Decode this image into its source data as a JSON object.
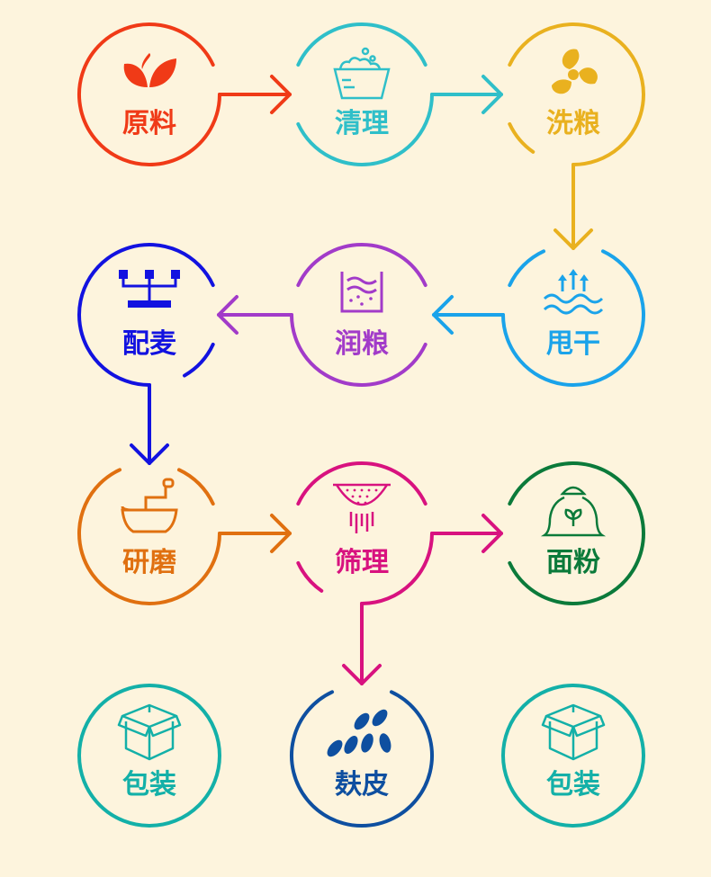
{
  "title": "面粉加工流程",
  "nodes": [
    {
      "id": "raw",
      "label": "原料",
      "icon": "leaf-icon",
      "color": "#f03a17"
    },
    {
      "id": "clean",
      "label": "清理",
      "icon": "basin-bubbles-icon",
      "color": "#2fbfc9"
    },
    {
      "id": "wash",
      "label": "洗粮",
      "icon": "fan-icon",
      "color": "#e9b11f"
    },
    {
      "id": "dry",
      "label": "甩干",
      "icon": "evaporation-icon",
      "color": "#1aa3ea"
    },
    {
      "id": "moisten",
      "label": "润粮",
      "icon": "water-tank-icon",
      "color": "#a23bc9"
    },
    {
      "id": "blend",
      "label": "配麦",
      "icon": "distribution-icon",
      "color": "#1212e0"
    },
    {
      "id": "grind",
      "label": "研磨",
      "icon": "grinder-icon",
      "color": "#e07010"
    },
    {
      "id": "sift",
      "label": "筛理",
      "icon": "sieve-icon",
      "color": "#d8127f"
    },
    {
      "id": "flour",
      "label": "面粉",
      "icon": "flour-sack-icon",
      "color": "#0b7a3a"
    },
    {
      "id": "bran",
      "label": "麸皮",
      "icon": "seeds-icon",
      "color": "#0e4fa0"
    },
    {
      "id": "pack1",
      "label": "包装",
      "icon": "box-icon",
      "color": "#13b0a8"
    },
    {
      "id": "pack2",
      "label": "包装",
      "icon": "box-icon",
      "color": "#13b0a8"
    }
  ],
  "edges": [
    {
      "from": "raw",
      "to": "clean"
    },
    {
      "from": "clean",
      "to": "wash"
    },
    {
      "from": "wash",
      "to": "dry"
    },
    {
      "from": "dry",
      "to": "moisten"
    },
    {
      "from": "moisten",
      "to": "blend"
    },
    {
      "from": "blend",
      "to": "grind"
    },
    {
      "from": "grind",
      "to": "sift"
    },
    {
      "from": "sift",
      "to": "flour"
    },
    {
      "from": "sift",
      "to": "bran"
    }
  ]
}
